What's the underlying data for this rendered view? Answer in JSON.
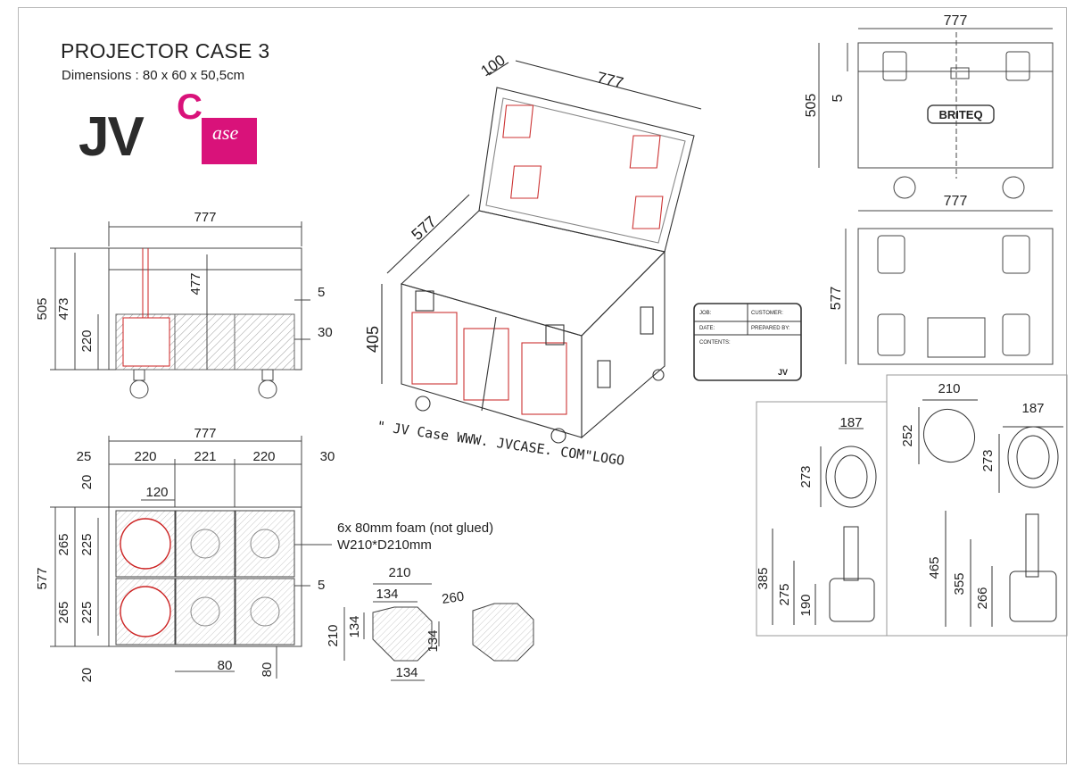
{
  "header": {
    "title": "PROJECTOR CASE 3",
    "subtitle": "Dimensions : 80 x 60 x 50,5cm",
    "logo_text": "JV",
    "logo_text_c": "C",
    "logo_text_ase": "ase",
    "brand_colors": {
      "magenta": "#d9127a",
      "dark": "#2b2b2b"
    }
  },
  "front_section": {
    "width": "777",
    "height_total": "505",
    "height_body": "473",
    "height_foam": "220",
    "inner_height": "477",
    "lid_gap": "5",
    "bottom_foam": "30"
  },
  "iso_view": {
    "depth_lid": "100",
    "width": "777",
    "depth": "577",
    "height": "405",
    "logo_note": "\" JV Case WWW. JVCASE. COM\"LOGO"
  },
  "top_layout": {
    "width": "777",
    "margin_left": "25",
    "col1": "220",
    "col2": "221",
    "col3": "220",
    "margin_right": "30",
    "top_margin": "20",
    "fixture_offset": "120",
    "depth": "577",
    "row1_outer": "265",
    "row1_inner": "225",
    "row2_outer": "265",
    "row2_inner": "225",
    "bottom_margin": "20",
    "bottom_80a": "80",
    "bottom_80b": "80",
    "foam_gap": "5",
    "foam_note_1": "6x 80mm foam (not glued)",
    "foam_note_2": "W210*D210mm"
  },
  "foam_block": {
    "width": "210",
    "top": "134",
    "diagonal": "260",
    "left_h": "210",
    "left_inner": "134",
    "right_inner": "134",
    "bottom": "134"
  },
  "label_card": {
    "job": "JOB:",
    "customer": "CUSTOMER:",
    "date": "DATE:",
    "prepared": "PREPARED BY:",
    "contents": "CONTENTS:",
    "logo": "JV"
  },
  "side_views": {
    "front_width": "777",
    "front_height": "505",
    "front_gap": "5",
    "brand": "BRITEQ",
    "top_width": "777",
    "top_depth": "577"
  },
  "fixture_a": {
    "width": "187",
    "height": "273",
    "h_total": "385",
    "h_mid": "275",
    "h_low": "190"
  },
  "fixture_b": {
    "top_w": "210",
    "top_h": "252",
    "width": "187",
    "height": "273",
    "h_total": "465",
    "h_mid": "355",
    "h_low": "266"
  }
}
